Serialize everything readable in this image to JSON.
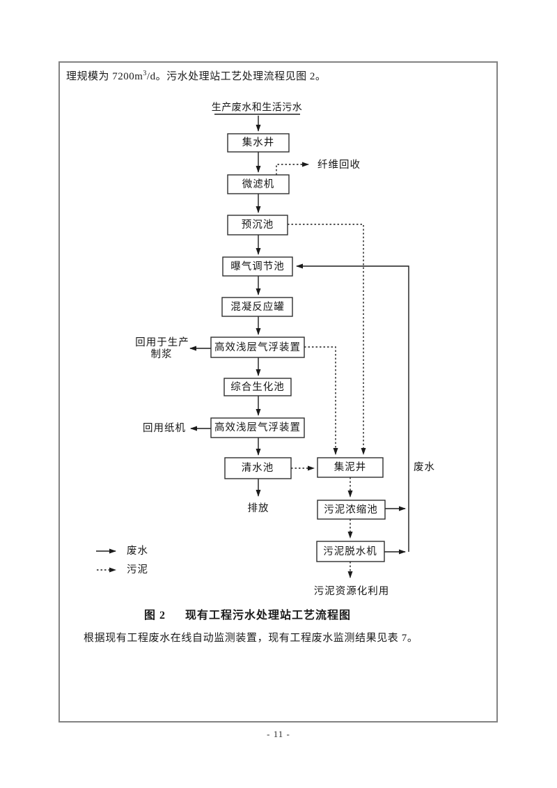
{
  "document": {
    "intro_text_prefix": "理规模为 7200m",
    "intro_text_sup": "3",
    "intro_text_suffix": "/d。污水处理站工艺处理流程见图 2。",
    "figure_caption": {
      "number": "图 2",
      "title": "现有工程污水处理站工艺流程图"
    },
    "body_text": "根据现有工程废水在线自动监测装置，现有工程废水监测结果见表 7。",
    "page_number": "- 11 -"
  },
  "flowchart": {
    "source": "生产废水和生活污水",
    "nodes": [
      "集水井",
      "微滤机",
      "预沉池",
      "曝气调节池",
      "混凝反应罐",
      "高效浅层气浮装置",
      "综合生化池",
      "高效浅层气浮装置",
      "清水池",
      "集泥井",
      "污泥浓缩池",
      "污泥脱水机"
    ],
    "annotations": {
      "fiber_recovery": "纤维回收",
      "reuse_pulp_line1": "回用于生产",
      "reuse_pulp_line2": "制浆",
      "reuse_paper": "回用纸机",
      "discharge": "排放",
      "wastewater": "废水",
      "sludge_reuse": "污泥资源化利用"
    },
    "legend": {
      "solid_label": "废水",
      "dashed_label": "污泥"
    },
    "colors": {
      "flow_line": "#1b1b1b",
      "box_border": "#2e2e2e",
      "frame_border": "#828282",
      "text": "#1a1a1a"
    }
  }
}
